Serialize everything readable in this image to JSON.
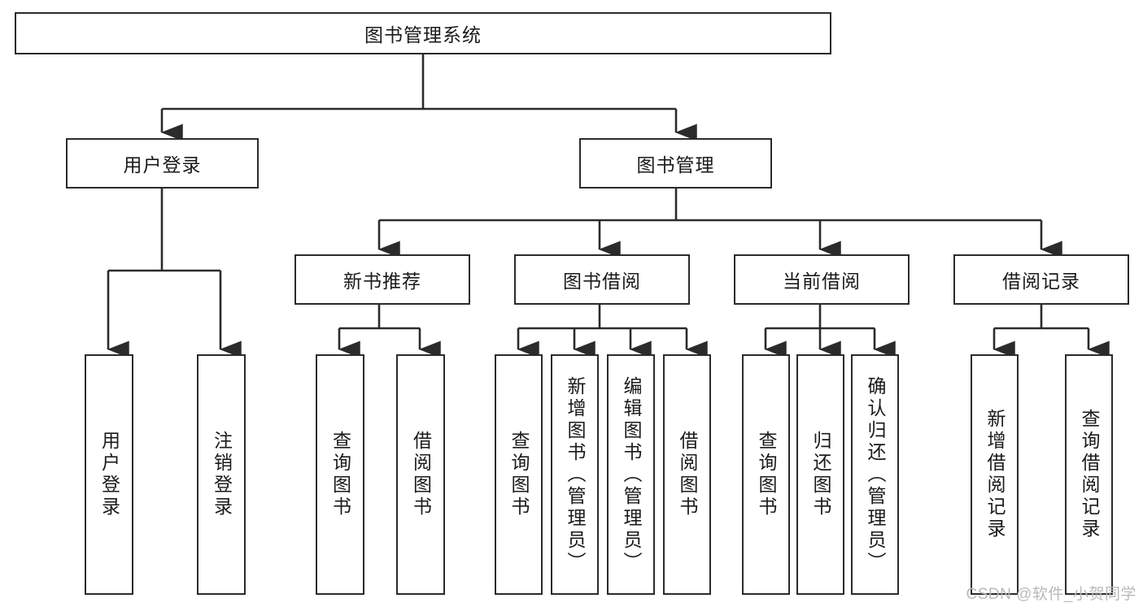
{
  "diagram": {
    "title": "图书管理系统",
    "type": "tree-hierarchy",
    "root": {
      "label": "图书管理系统"
    },
    "level1": [
      {
        "label": "用户登录"
      },
      {
        "label": "图书管理"
      }
    ],
    "level2": [
      {
        "label": "新书推荐"
      },
      {
        "label": "图书借阅"
      },
      {
        "label": "当前借阅"
      },
      {
        "label": "借阅记录"
      }
    ],
    "leaves": {
      "user_login": [
        {
          "label": "用户登录"
        },
        {
          "label": "注销登录"
        }
      ],
      "new_book_recommend": [
        {
          "label": "查询图书"
        },
        {
          "label": "借阅图书"
        }
      ],
      "book_borrow": [
        {
          "label": "查询图书"
        },
        {
          "label": "新增图书（管理员）"
        },
        {
          "label": "编辑图书（管理员）"
        },
        {
          "label": "借阅图书"
        }
      ],
      "current_borrow": [
        {
          "label": "查询图书"
        },
        {
          "label": "归还图书"
        },
        {
          "label": "确认归还（管理员）"
        }
      ],
      "borrow_record": [
        {
          "label": "新增借阅记录"
        },
        {
          "label": "查询借阅记录"
        }
      ]
    }
  },
  "watermark": {
    "text": "CSDN @软件_小贺同学"
  },
  "colors": {
    "stroke": "#2b2b2b",
    "box_fill": "#ffffff",
    "text": "#1a1a1a",
    "watermark": "#b9b9b9"
  }
}
